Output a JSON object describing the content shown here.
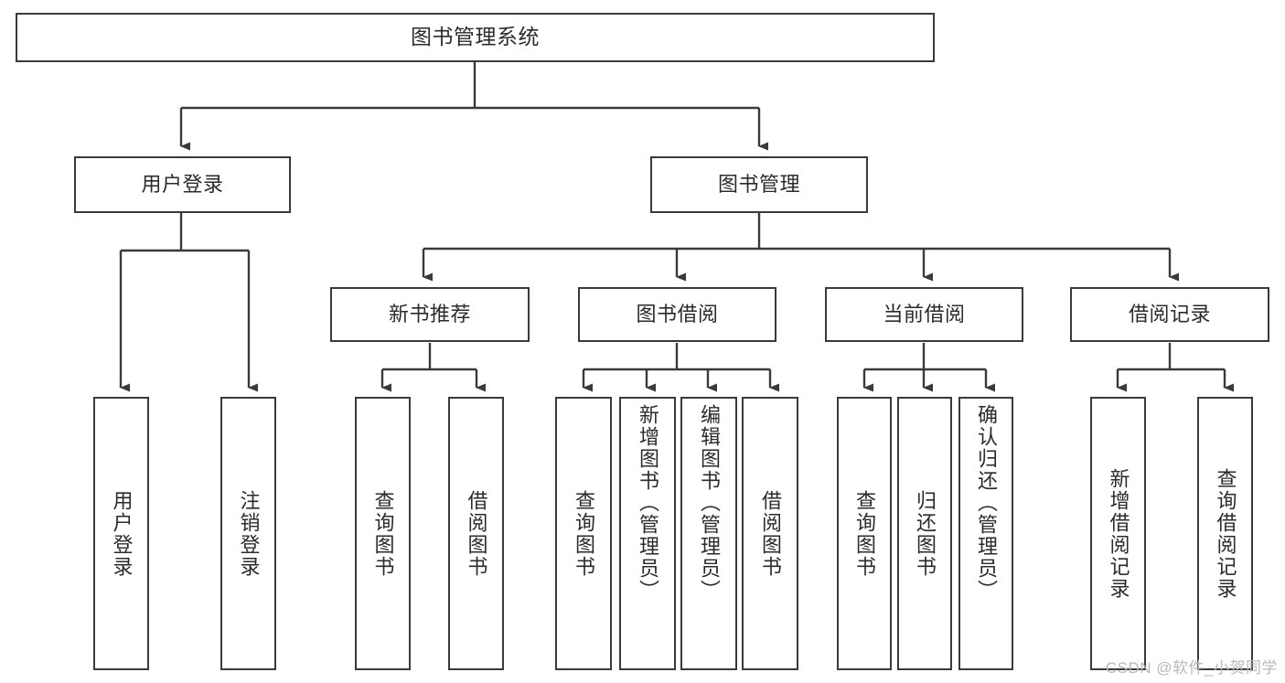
{
  "diagram": {
    "title": "图书管理系统",
    "type": "tree-hierarchy-chart",
    "watermark": "CSDN @软件_小贺同学",
    "colors": {
      "box_border": "#3a3a3a",
      "box_fill": "#ffffff",
      "edge": "#3a3a3a",
      "text": "#2b2b2b",
      "watermark": "#b9b9b9",
      "background": "#ffffff"
    },
    "nodes": {
      "root": {
        "label": "图书管理系统"
      },
      "level2": [
        {
          "id": "user-login",
          "label": "用户登录"
        },
        {
          "id": "book-manage",
          "label": "图书管理"
        }
      ],
      "level3": [
        {
          "id": "new-book-recommend",
          "label": "新书推荐"
        },
        {
          "id": "book-borrow",
          "label": "图书借阅"
        },
        {
          "id": "current-borrow",
          "label": "当前借阅"
        },
        {
          "id": "borrow-record",
          "label": "借阅记录"
        }
      ],
      "leaves": {
        "user_login": [
          {
            "id": "leaf-user-login",
            "label": "用户登录"
          },
          {
            "id": "leaf-logout-login",
            "label": "注销登录"
          }
        ],
        "new_book_recommend": [
          {
            "id": "leaf-query-book-1",
            "label": "查询图书"
          },
          {
            "id": "leaf-borrow-book-1",
            "label": "借阅图书"
          }
        ],
        "book_borrow": [
          {
            "id": "leaf-query-book-2",
            "label": "查询图书"
          },
          {
            "id": "leaf-add-book-admin",
            "label": "新增图书（管理员）"
          },
          {
            "id": "leaf-edit-book-admin",
            "label": "编辑图书（管理员）"
          },
          {
            "id": "leaf-borrow-book-2",
            "label": "借阅图书"
          }
        ],
        "current_borrow": [
          {
            "id": "leaf-query-book-3",
            "label": "查询图书"
          },
          {
            "id": "leaf-return-book",
            "label": "归还图书"
          },
          {
            "id": "leaf-confirm-return-admin",
            "label": "确认归还（管理员）"
          }
        ],
        "borrow_record": [
          {
            "id": "leaf-add-borrow-record",
            "label": "新增借阅记录"
          },
          {
            "id": "leaf-query-borrow-record",
            "label": "查询借阅记录"
          }
        ]
      }
    }
  }
}
